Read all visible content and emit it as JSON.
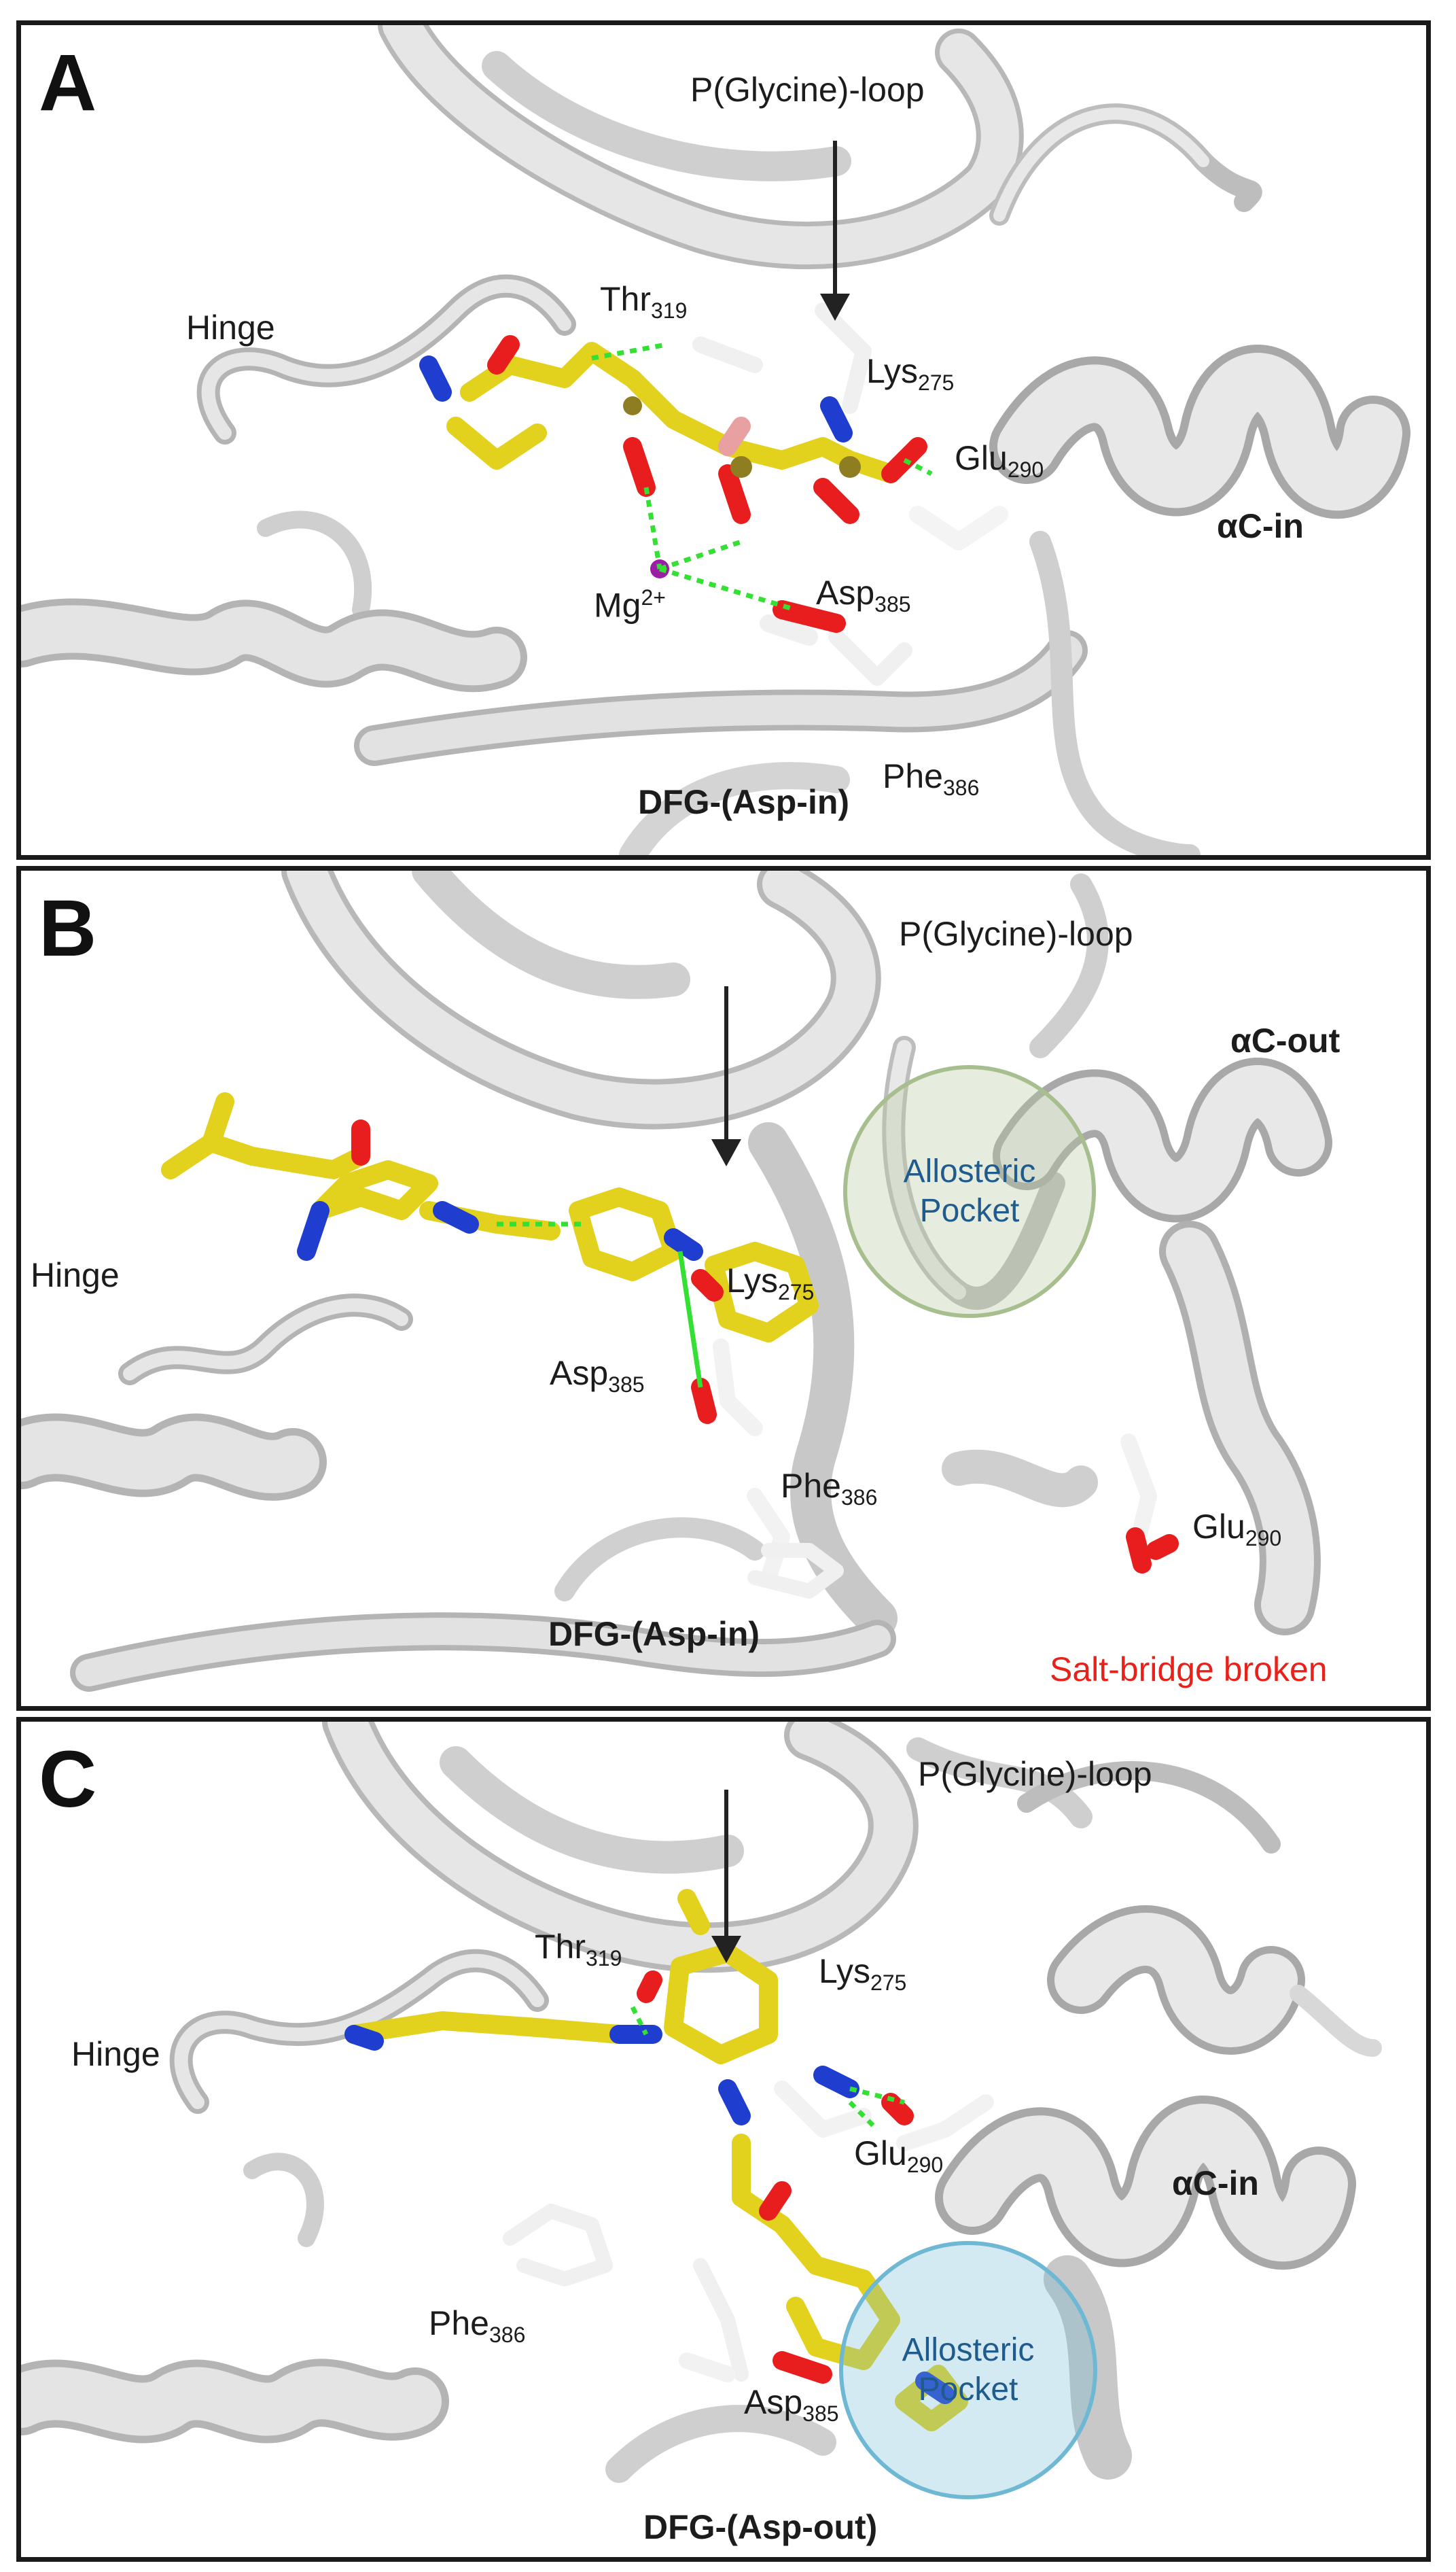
{
  "panels": [
    {
      "id": "A",
      "label": "A",
      "labels": {
        "ploop": "P(Glycine)-loop",
        "hinge": "Hinge",
        "thr": {
          "name": "Thr",
          "num": "319"
        },
        "lys": {
          "name": "Lys",
          "num": "275"
        },
        "glu": {
          "name": "Glu",
          "num": "290"
        },
        "mg": {
          "name": "Mg",
          "charge": "2+"
        },
        "asp": {
          "name": "Asp",
          "num": "385"
        },
        "phe": {
          "name": "Phe",
          "num": "386"
        },
        "helix": "αC-in",
        "dfg": "DFG-(Asp-in)"
      }
    },
    {
      "id": "B",
      "label": "B",
      "labels": {
        "ploop": "P(Glycine)-loop",
        "helix": "αC-out",
        "hinge": "Hinge",
        "lys": {
          "name": "Lys",
          "num": "275"
        },
        "asp": {
          "name": "Asp",
          "num": "385"
        },
        "phe": {
          "name": "Phe",
          "num": "386"
        },
        "glu": {
          "name": "Glu",
          "num": "290"
        },
        "pocket": [
          "Allosteric",
          "Pocket"
        ],
        "dfg": "DFG-(Asp-in)",
        "saltbridge": "Salt-bridge broken"
      }
    },
    {
      "id": "C",
      "label": "C",
      "labels": {
        "ploop": "P(Glycine)-loop",
        "thr": {
          "name": "Thr",
          "num": "319"
        },
        "lys": {
          "name": "Lys",
          "num": "275"
        },
        "hinge": "Hinge",
        "glu": {
          "name": "Glu",
          "num": "290"
        },
        "helix": "αC-in",
        "phe": {
          "name": "Phe",
          "num": "386"
        },
        "pocket": [
          "Allosteric",
          "Pocket"
        ],
        "asp": {
          "name": "Asp",
          "num": "385"
        },
        "dfg": "DFG-(Asp-out)"
      }
    }
  ],
  "colors": {
    "ribbon": "#dcdcdc",
    "ribbon_edge": "#b4b4b4",
    "ligand_carbon": "#e3d21d",
    "oxygen": "#e81e1e",
    "nitrogen": "#1f3ecf",
    "phosphorus": "#8f7d22",
    "magnesium": "#9b1fa4",
    "hbond": "#33e033",
    "pocket_b": "#a7bf8f",
    "pocket_c": "#6fb8d3",
    "salt_bridge_text": "#e8221a"
  }
}
